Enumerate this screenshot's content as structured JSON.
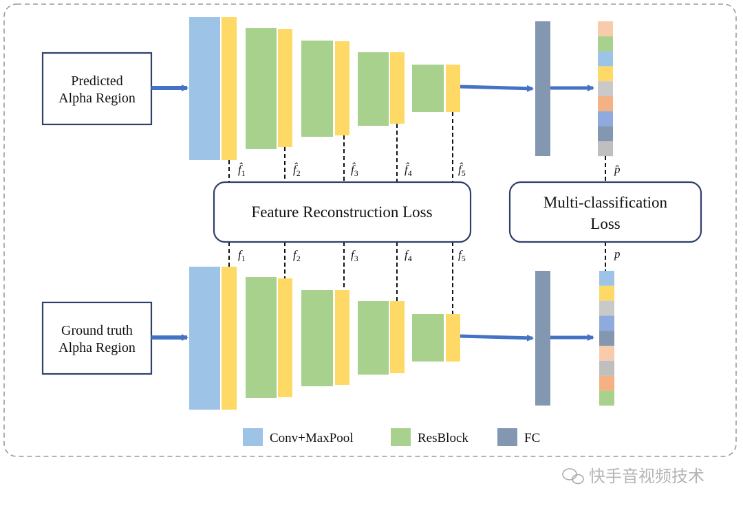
{
  "inputs": {
    "top": {
      "line1": "Predicted",
      "line2": "Alpha Region"
    },
    "bottom": {
      "line1": "Ground truth",
      "line2": "Alpha Region"
    }
  },
  "losses": {
    "feature": "Feature Reconstruction Loss",
    "multi_line1": "Multi-classification",
    "multi_line2": "Loss"
  },
  "feature_labels_top": [
    "f̂",
    "f̂",
    "f̂",
    "f̂",
    "f̂"
  ],
  "feature_labels_bottom": [
    "f",
    "f",
    "f",
    "f",
    "f"
  ],
  "feature_subscripts": [
    "1",
    "2",
    "3",
    "4",
    "5"
  ],
  "prob_labels": {
    "top": "p̂",
    "bottom": "p"
  },
  "legend": {
    "items": [
      {
        "label": "Conv+MaxPool",
        "color": "#9DC3E6"
      },
      {
        "label": "ResBlock",
        "color": "#A9D18E"
      },
      {
        "label": "FC",
        "color": "#8497B0"
      }
    ]
  },
  "colors": {
    "conv": "#9DC3E6",
    "res": "#A9D18E",
    "feature": "#FFD966",
    "fc": "#8497B0",
    "arrow": "#4472C4",
    "box_border": "#2F3F6B"
  },
  "prob_colors_top": [
    "#F8CBAD",
    "#A9D18E",
    "#9DC3E6",
    "#FFD966",
    "#C9C9C9",
    "#F4B183",
    "#8FAADC",
    "#8497B0",
    "#BFBFBF"
  ],
  "prob_colors_bottom": [
    "#9DC3E6",
    "#FFD966",
    "#C9C9C9",
    "#8FAADC",
    "#8497B0",
    "#F8CBAD",
    "#BFBFBF",
    "#F4B183",
    "#A9D18E"
  ],
  "watermark": "快手音视频技术"
}
